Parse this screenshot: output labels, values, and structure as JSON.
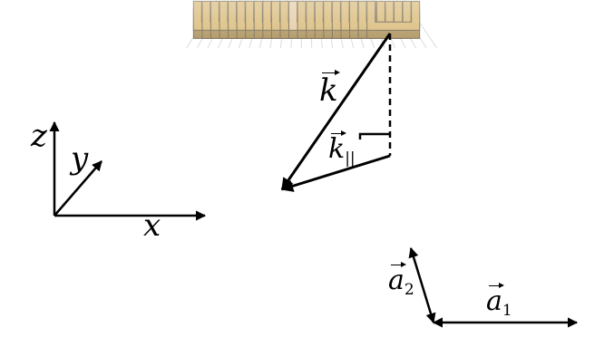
{
  "labels": {
    "axis_z": "z",
    "axis_y": "y",
    "axis_x": "x",
    "wavevector": "k",
    "wavevector_parallel": "k",
    "wavevector_parallel_subscript": "||",
    "lattice_vector_1": "a",
    "lattice_vector_1_subscript": "1",
    "lattice_vector_2": "a",
    "lattice_vector_2_subscript": "2"
  },
  "colors": {
    "element_top": "#c89b3c",
    "element_side": "#8a6418",
    "element_edge": "#3a2a08",
    "highlight_element": "#d9b57a",
    "grid": "#c8c8c8",
    "arrows": "#000000"
  },
  "array": {
    "element_shape": "U-shaped split-ring resonator",
    "layout": "square lattice in perspective"
  }
}
